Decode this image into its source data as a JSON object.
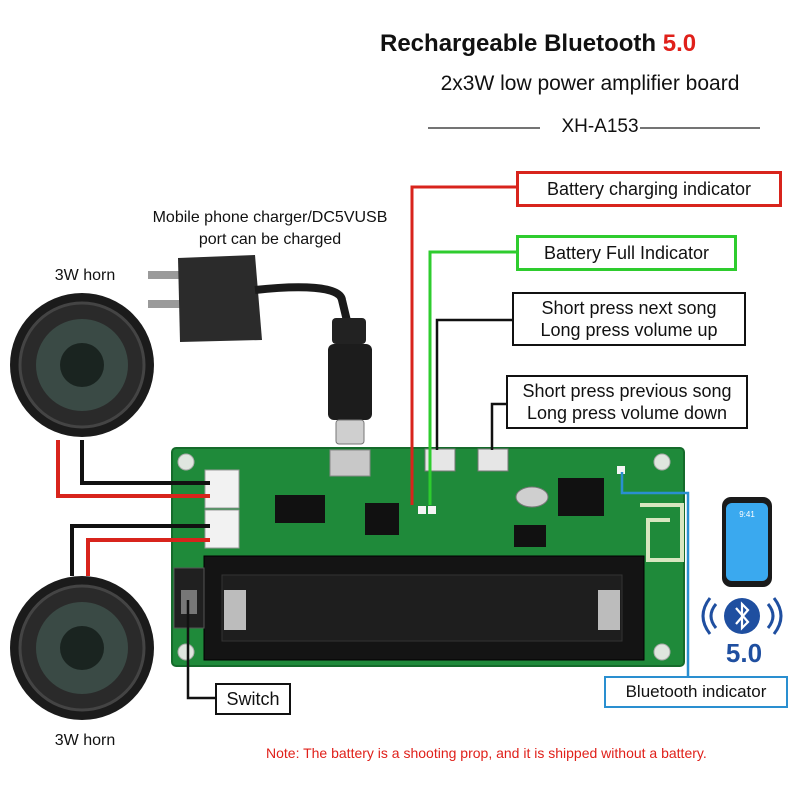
{
  "title": {
    "main": "Rechargeable Bluetooth",
    "version": "5.0"
  },
  "subtitle": "2x3W low power amplifier board",
  "model": "XH-A153",
  "labels": {
    "battery_charging": "Battery charging indicator",
    "battery_full": "Battery Full Indicator",
    "next_song_line1": "Short press next song",
    "next_song_line2": "Long press volume up",
    "prev_song_line1": "Short press previous song",
    "prev_song_line2": "Long press volume down",
    "switch": "Switch",
    "bluetooth_indicator": "Bluetooth indicator",
    "charger_line1": "Mobile phone charger/DC5VUSB",
    "charger_line2": "port can be charged",
    "horn_top": "3W horn",
    "horn_bottom": "3W horn"
  },
  "badge": {
    "version": "5.0",
    "phone_time": "9:41"
  },
  "note": "Note: The battery is a shooting prop, and it is shipped without a battery.",
  "colors": {
    "accent_red": "#e0201a",
    "indicator_green": "#2ecc2e",
    "bluetooth_blue": "#2a8fd0",
    "pcb_green": "#1f8a3a",
    "version_badge_blue": "#1f4fa0"
  },
  "icons": [
    "usb-charger-icon",
    "speaker-icon",
    "phone-icon",
    "bluetooth-icon"
  ]
}
